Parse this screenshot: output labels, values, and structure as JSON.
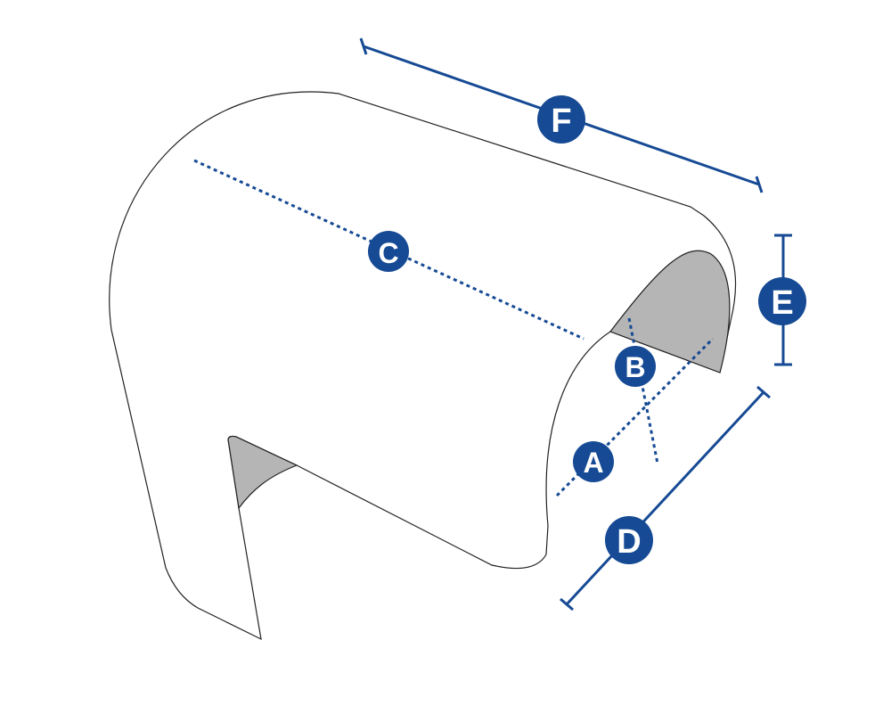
{
  "colors": {
    "accent": "#164a94",
    "outline": "#222222",
    "opening": "#b5b5b5"
  },
  "labels": {
    "a": "A",
    "b": "B",
    "c": "C",
    "d": "D",
    "e": "E",
    "f": "F"
  }
}
